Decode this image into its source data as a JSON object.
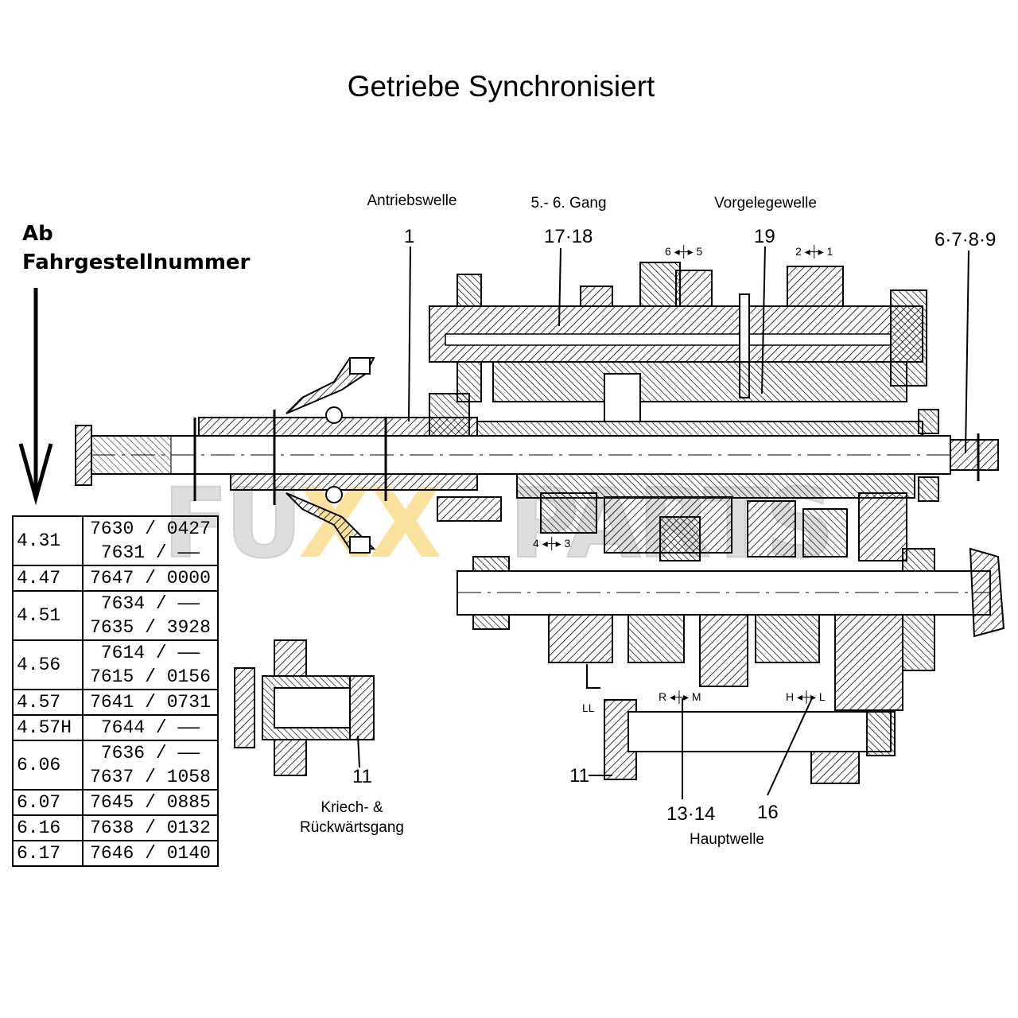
{
  "title": "Getriebe Synchronisiert",
  "ab_label": [
    "Ab",
    "Fahrgestellnummer"
  ],
  "labels": {
    "antriebswelle": "Antriebswelle",
    "gang_5_6": "5.- 6. Gang",
    "vorgelegewelle": "Vorgelegewelle",
    "kriech_line1": "Kriech- &",
    "kriech_line2": "Rückwärtsgang",
    "hauptwelle": "Hauptwelle"
  },
  "part_numbers": {
    "p1": "1",
    "p17_18": "17·18",
    "p19": "19",
    "p6789": "6·7·8·9",
    "p11_detail": "11",
    "p11_main": "11",
    "p13_14": "13·14",
    "p16": "16"
  },
  "shift_marks": {
    "s65": "6 ◂┼▸ 5",
    "s21": "2 ◂┼▸ 1",
    "s43": "4 ◂┼▸ 3",
    "srm": "R ◂┼▸ M",
    "shl": "H ◂┼▸ L",
    "sll": "LL"
  },
  "watermark": [
    "FU",
    "XX",
    "PARTS"
  ],
  "colors": {
    "watermark_gray": "#d9d9d9",
    "watermark_yellow": "#f5c542"
  },
  "table": {
    "rows": [
      {
        "model": "4.31",
        "serials": [
          "7630 / 0427",
          "7631 / ——"
        ]
      },
      {
        "model": "4.47",
        "serials": [
          "7647 / 0000"
        ]
      },
      {
        "model": "4.51",
        "serials": [
          "7634 / ——",
          "7635 / 3928"
        ]
      },
      {
        "model": "4.56",
        "serials": [
          "7614 / ——",
          "7615 / 0156"
        ]
      },
      {
        "model": "4.57",
        "serials": [
          "7641 / 0731"
        ]
      },
      {
        "model": "4.57H",
        "serials": [
          "7644 / ——"
        ]
      },
      {
        "model": "6.06",
        "serials": [
          "7636 / ——",
          "7637 / 1058"
        ]
      },
      {
        "model": "6.07",
        "serials": [
          "7645 / 0885"
        ]
      },
      {
        "model": "6.16",
        "serials": [
          "7638 / 0132"
        ]
      },
      {
        "model": "6.17",
        "serials": [
          "7646 / 0140"
        ]
      }
    ]
  }
}
